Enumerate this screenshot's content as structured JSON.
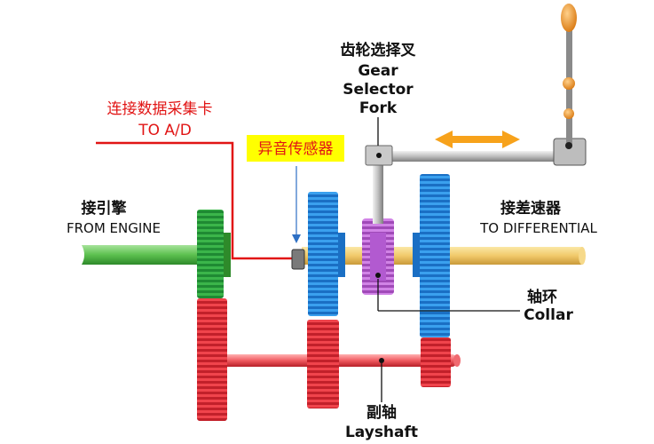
{
  "labels": {
    "gear_selector_fork_cn": "齿轮选择叉",
    "gear_selector_fork_en_1": "Gear",
    "gear_selector_fork_en_2": "Selector",
    "gear_selector_fork_en_3": "Fork",
    "daq_cn": "连接数据采集卡",
    "daq_en": "TO A/D",
    "sensor": "异音传感器",
    "engine_cn": "接引擎",
    "engine_en": "FROM ENGINE",
    "differential_cn": "接差速器",
    "differential_en": "TO DIFFERENTIAL",
    "collar_cn": "轴环",
    "collar_en": "Collar",
    "layshaft_cn": "副轴",
    "layshaft_en": "Layshaft"
  },
  "colors": {
    "wire": "#e11515",
    "sensor_box_fill": "#ffff00",
    "sensor_text": "#e11515",
    "input_gear": "#3bb54a",
    "output_gear": "#2f8fe0",
    "layshaft_gear": "#e8323c",
    "collar": "#c46bd8",
    "output_shaft": "#f1c96a",
    "arrow": "#f7a21b",
    "lever_knob": "#e0851a"
  }
}
